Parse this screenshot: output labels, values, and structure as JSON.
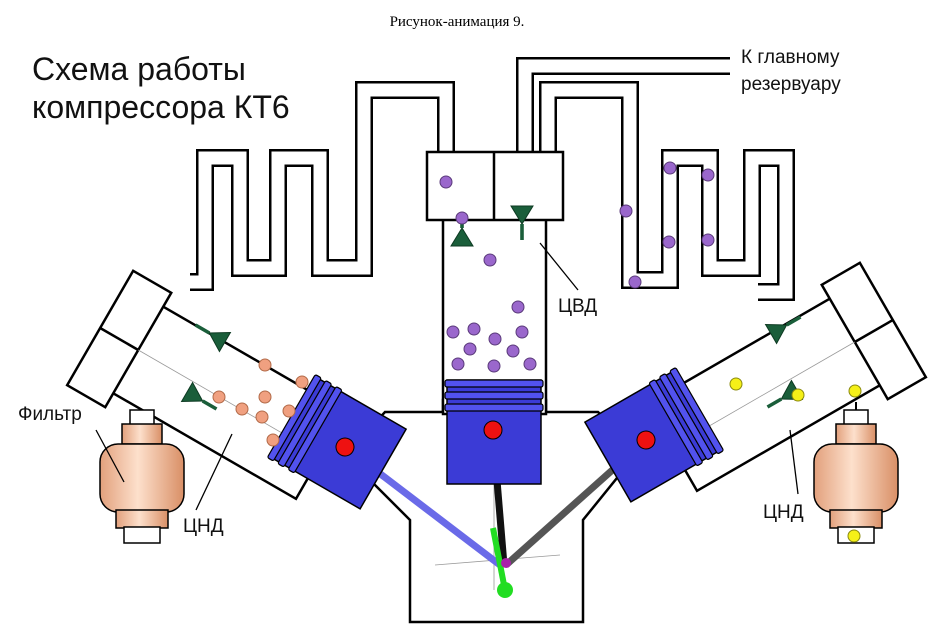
{
  "caption": "Рисунок-анимация 9.",
  "title_line1": "Схема работы",
  "title_line2": "компрессора КТ6",
  "labels": {
    "to_reservoir_line1": "К главному",
    "to_reservoir_line2": "резервуару",
    "filter": "Фильтр",
    "hp_cylinder": "ЦВД",
    "lp_cylinder_left": "ЦНД",
    "lp_cylinder_right": "ЦНД"
  },
  "colors": {
    "piston": "#3b3bd6",
    "piston_ring": "#5252ee",
    "crank_pin": "#ee1111",
    "air_high_pressure": "#9a67cc",
    "air_intake_left": "#f0a080",
    "air_intake_right": "#f5f018",
    "valve": "#1a5e3a",
    "filter": "#f1b894",
    "rod_left": "#6a6ae8",
    "rod_center": "#111111",
    "rod_right": "#555555",
    "crank_arm": "#22dd22",
    "crank_center": "#aa22aa"
  },
  "icons": [
    "valve-icon",
    "piston-icon",
    "filter-icon",
    "air-particle-icon"
  ]
}
